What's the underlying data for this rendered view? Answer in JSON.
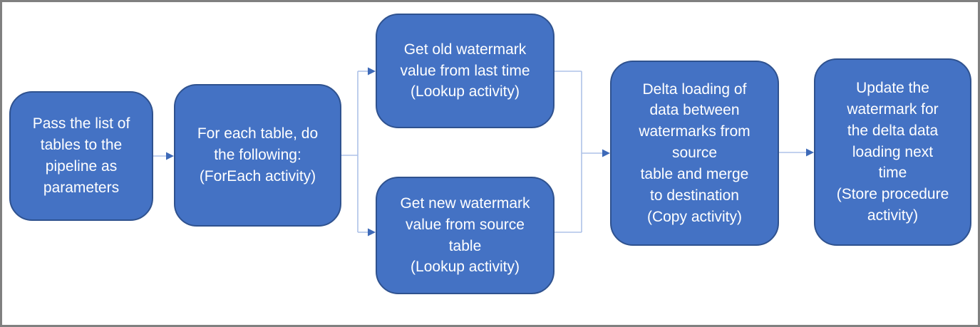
{
  "colors": {
    "node_fill": "#4472C4",
    "node_border": "#2F528F",
    "node_text": "#FFFFFF",
    "connector_line": "#AEC2E8",
    "connector_arrow": "#3E6AB8",
    "frame_border": "#808080",
    "background": "#FFFFFF"
  },
  "diagram": {
    "type": "flowchart",
    "nodes": [
      {
        "id": "pass-list",
        "text": "Pass the list of\ntables to the\npipeline as\nparameters"
      },
      {
        "id": "foreach",
        "text": "For each table, do\nthe following:\n(ForEach activity)"
      },
      {
        "id": "old-watermark",
        "text": "Get old watermark\nvalue from last time\n(Lookup activity)"
      },
      {
        "id": "new-watermark",
        "text": "Get new watermark\nvalue from source\ntable\n(Lookup activity)"
      },
      {
        "id": "delta-load",
        "text": "Delta loading of\ndata between\nwatermarks from\nsource\ntable and merge\nto destination\n(Copy activity)"
      },
      {
        "id": "update-watermark",
        "text": "Update the\nwatermark for\nthe delta data\nloading next\ntime\n(Store procedure\nactivity)"
      }
    ],
    "edges": [
      {
        "from": "pass-list",
        "to": "foreach"
      },
      {
        "from": "foreach",
        "to": "old-watermark"
      },
      {
        "from": "foreach",
        "to": "new-watermark"
      },
      {
        "from": "old-watermark",
        "to": "delta-load"
      },
      {
        "from": "new-watermark",
        "to": "delta-load"
      },
      {
        "from": "delta-load",
        "to": "update-watermark"
      }
    ]
  }
}
